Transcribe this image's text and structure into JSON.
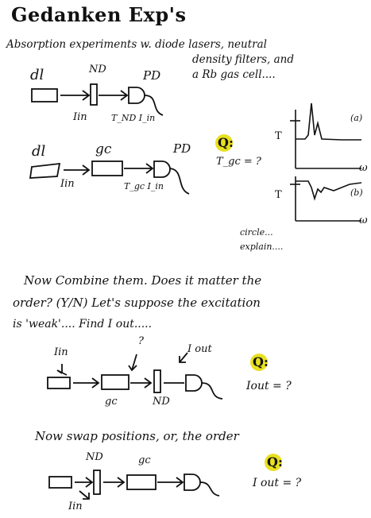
{
  "title": "Gedanken Exp's",
  "intro": {
    "line1": "Absorption experiments w. diode lasers, neutral",
    "line2": "density filters, and",
    "line3": "a Rb gas cell...."
  },
  "setup1": {
    "dl": "dl",
    "nd": "ND",
    "pd": "PD",
    "i_in": "Iin",
    "t_nd_i_in": "T_ND I_in"
  },
  "setup2": {
    "dl": "dl",
    "gc": "gc",
    "pd": "PD",
    "i_in": "Iin",
    "t_gc_i_in": "T_gc I_in"
  },
  "question1": {
    "q": "Q:",
    "text": "T_gc = ?"
  },
  "graphs": {
    "label_a": "(a)",
    "label_b": "(b)",
    "axis_t": "T",
    "axis_omega": "ω",
    "circle": "circle...",
    "explain": "explain...."
  },
  "section2": {
    "line1": "Now Combine them. Does it matter the",
    "line2": "order? (Y/N)  Let's suppose the excitation",
    "line3": "is 'weak'....   Find I out.....",
    "i_in": "Iin",
    "qmark": "?",
    "i_out": "I out",
    "gc": "gc",
    "nd": "ND",
    "q": "Q:",
    "answer": "Iout = ?"
  },
  "section3": {
    "line1": "Now swap positions, or, the order",
    "nd": "ND",
    "gc": "gc",
    "i_in": "Iin",
    "q": "Q:",
    "answer": "I out = ?"
  },
  "colors": {
    "ink": "#111111",
    "q_yellow": "#e8e020"
  }
}
